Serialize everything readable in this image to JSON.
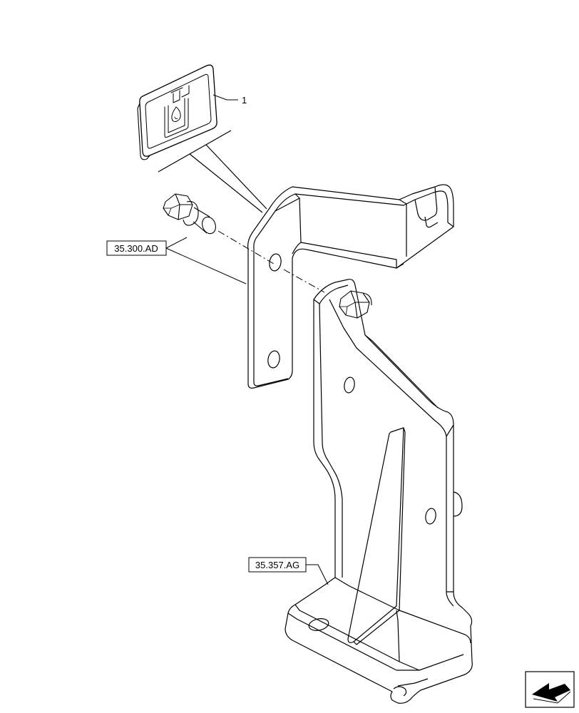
{
  "diagram": {
    "callouts": {
      "item_1": "1",
      "ref_bolt": "35.300.AD",
      "ref_bracket": "35.357.AG"
    }
  },
  "colors": {
    "line": "#000000",
    "background": "#ffffff"
  }
}
